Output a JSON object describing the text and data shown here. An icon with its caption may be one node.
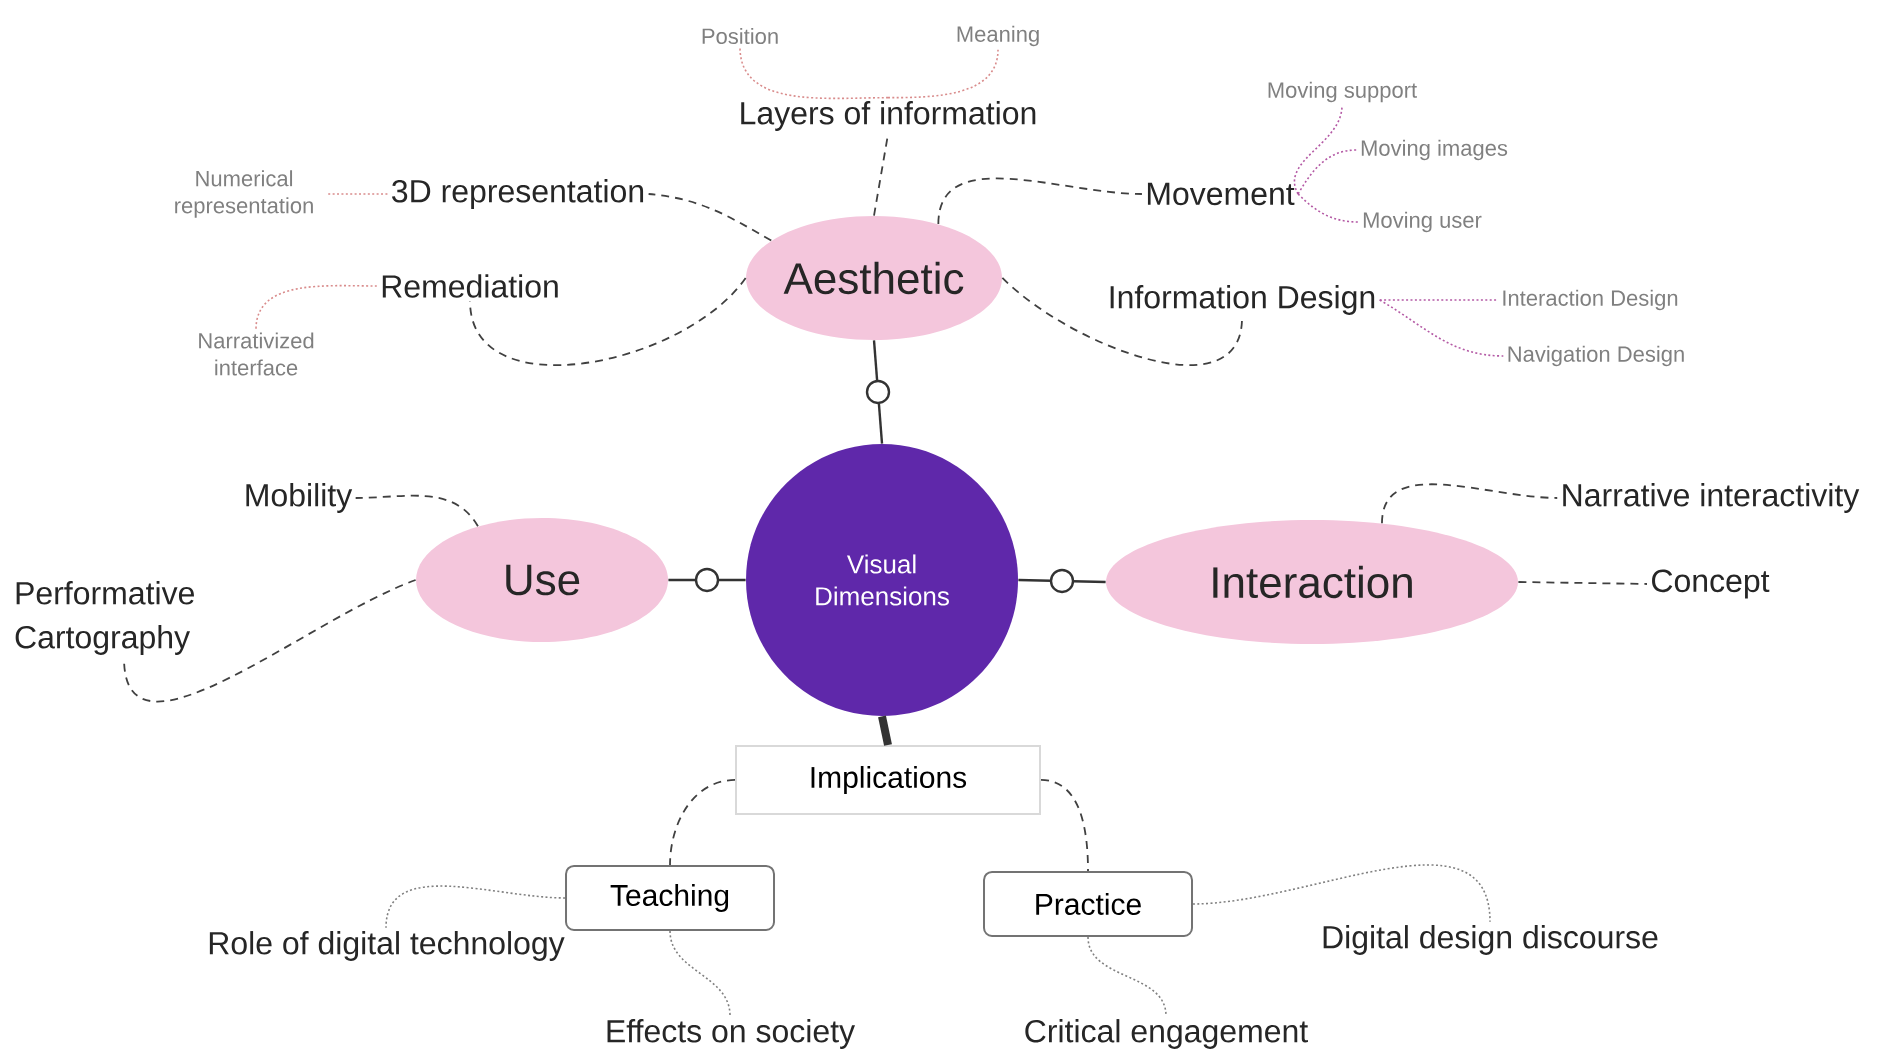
{
  "diagram": {
    "nodes": [
      {
        "text": [
          "Visual Dimensions"
        ]
      },
      {
        "text": [
          "Aesthetic"
        ]
      },
      {
        "text": [
          "Use"
        ]
      },
      {
        "text": [
          "Interaction"
        ]
      },
      {
        "text": [
          "Implications"
        ]
      },
      {
        "text": [
          "Layers of information"
        ]
      },
      {
        "text": [
          "Position"
        ]
      },
      {
        "text": [
          "Meaning"
        ]
      },
      {
        "text": [
          "3D representation"
        ]
      },
      {
        "text": [
          "Numerical representation"
        ]
      },
      {
        "text": [
          "Remediation"
        ]
      },
      {
        "text": [
          "Narrativized interface"
        ]
      },
      {
        "text": [
          "Movement"
        ]
      },
      {
        "text": [
          "Moving support"
        ]
      },
      {
        "text": [
          "Moving images"
        ]
      },
      {
        "text": [
          "Moving user"
        ]
      },
      {
        "text": [
          "Information Design"
        ]
      },
      {
        "text": [
          "Interaction Design"
        ]
      },
      {
        "text": [
          "Navigation Design"
        ]
      },
      {
        "text": [
          "Mobility"
        ]
      },
      {
        "text": [
          "Performative Cartography"
        ]
      },
      {
        "text": [
          "Narrative interactivity"
        ]
      },
      {
        "text": [
          "Concept"
        ]
      },
      {
        "text": [
          "Teaching"
        ]
      },
      {
        "text": [
          "Role of digital technology"
        ]
      },
      {
        "text": [
          "Effects on society"
        ]
      },
      {
        "text": [
          "Practice"
        ]
      },
      {
        "text": [
          "Digital design discourse"
        ]
      },
      {
        "text": [
          "Critical engagement"
        ]
      }
    ],
    "edges": [
      {
        "from": 0,
        "to": 1,
        "arrow": "none"
      },
      {
        "from": 0,
        "to": 2,
        "arrow": "none"
      },
      {
        "from": 0,
        "to": 3,
        "arrow": "none"
      },
      {
        "from": 0,
        "to": 4,
        "arrow": "none",
        "style": "thick"
      },
      {
        "from": 1,
        "to": 5,
        "arrow": "none",
        "style": "dashed"
      },
      {
        "from": 1,
        "to": 8,
        "arrow": "none",
        "style": "dashed"
      },
      {
        "from": 1,
        "to": 10,
        "arrow": "none",
        "style": "dashed"
      },
      {
        "from": 1,
        "to": 12,
        "arrow": "none",
        "style": "dashed"
      },
      {
        "from": 1,
        "to": 16,
        "arrow": "none",
        "style": "dashed"
      },
      {
        "from": 5,
        "to": 6,
        "arrow": "none",
        "style": "dashed",
        "color": "#d98c8c"
      },
      {
        "from": 5,
        "to": 7,
        "arrow": "none",
        "style": "dashed",
        "color": "#d98c8c"
      },
      {
        "from": 8,
        "to": 9,
        "arrow": "none",
        "style": "dashed",
        "color": "#d98c8c"
      },
      {
        "from": 10,
        "to": 11,
        "arrow": "none",
        "style": "dashed",
        "color": "#d98c8c"
      },
      {
        "from": 12,
        "to": 13,
        "arrow": "none",
        "style": "dashed",
        "color": "#b45aa5"
      },
      {
        "from": 12,
        "to": 14,
        "arrow": "none",
        "style": "dashed",
        "color": "#b45aa5"
      },
      {
        "from": 12,
        "to": 15,
        "arrow": "none",
        "style": "dashed",
        "color": "#b45aa5"
      },
      {
        "from": 16,
        "to": 17,
        "arrow": "none",
        "style": "dashed",
        "color": "#b45aa5"
      },
      {
        "from": 16,
        "to": 18,
        "arrow": "none",
        "style": "dashed",
        "color": "#b45aa5"
      },
      {
        "from": 2,
        "to": 19,
        "arrow": "none",
        "style": "dashed"
      },
      {
        "from": 2,
        "to": 20,
        "arrow": "none",
        "style": "dashed"
      },
      {
        "from": 3,
        "to": 21,
        "arrow": "none",
        "style": "dashed"
      },
      {
        "from": 3,
        "to": 22,
        "arrow": "none",
        "style": "dashed"
      },
      {
        "from": 4,
        "to": 23,
        "arrow": "none",
        "style": "dashed"
      },
      {
        "from": 4,
        "to": 26,
        "arrow": "none",
        "style": "dashed"
      },
      {
        "from": 23,
        "to": 24,
        "arrow": "none",
        "style": "dashed",
        "color": "#808080"
      },
      {
        "from": 23,
        "to": 25,
        "arrow": "none",
        "style": "dashed",
        "color": "#808080"
      },
      {
        "from": 26,
        "to": 27,
        "arrow": "none",
        "style": "dashed",
        "color": "#808080"
      },
      {
        "from": 26,
        "to": 28,
        "arrow": "none",
        "style": "dashed",
        "color": "#808080"
      }
    ]
  }
}
